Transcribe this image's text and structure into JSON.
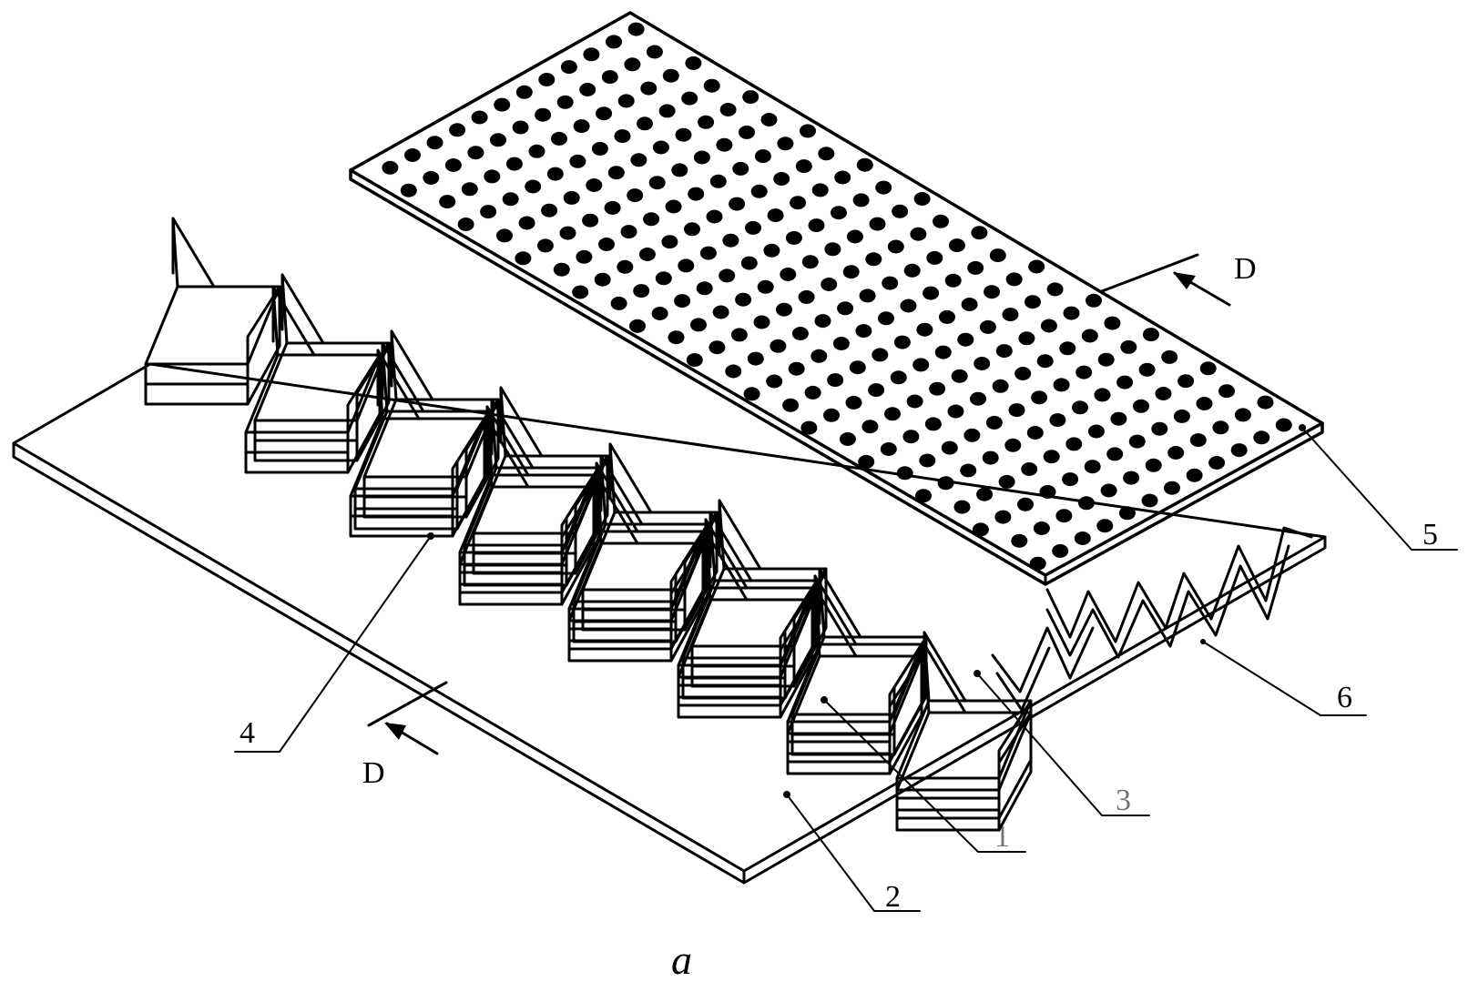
{
  "figure": {
    "caption": "a",
    "section_marker": "D",
    "labels": {
      "l1": "1",
      "l2": "2",
      "l3": "3",
      "l4": "4",
      "l5": "5",
      "l6": "6"
    },
    "parts": [
      {
        "id": "1",
        "description": "upper corrugated layer"
      },
      {
        "id": "2",
        "description": "lower block stack"
      },
      {
        "id": "3",
        "description": "zigzag corrugated core"
      },
      {
        "id": "4",
        "description": "block face"
      },
      {
        "id": "5",
        "description": "perforated top plate"
      },
      {
        "id": "6",
        "description": "base plate"
      }
    ],
    "colors": {
      "line": "#000000",
      "background": "#ffffff"
    }
  }
}
